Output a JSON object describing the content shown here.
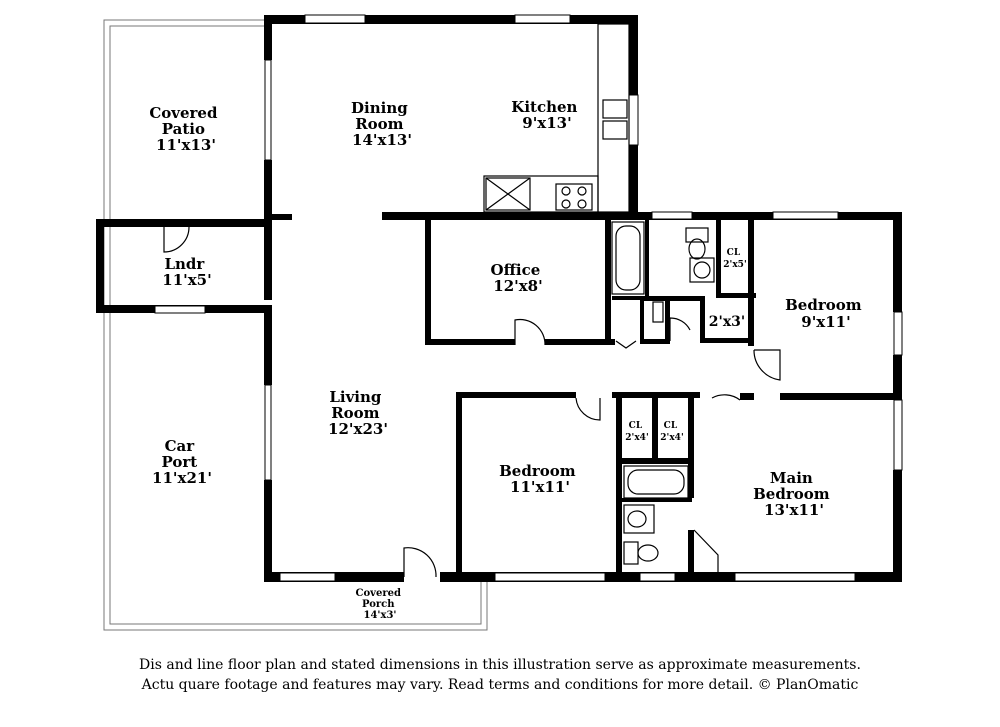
{
  "rooms": {
    "covered_patio": {
      "name_line1": "Covered",
      "name_line2": "Patio",
      "size": "11'x13'"
    },
    "dining_room": {
      "name_line1": "Dining",
      "name_line2": "Room",
      "size": "14'x13'"
    },
    "kitchen": {
      "name": "Kitchen",
      "size": "9'x13'"
    },
    "laundry": {
      "name": "Lndr",
      "size": "11'x5'"
    },
    "office": {
      "name": "Office",
      "size": "12'x8'"
    },
    "closet_top": {
      "name": "CL",
      "size": "2'x5'"
    },
    "small_closet": {
      "size": "2'x3'"
    },
    "bedroom_right": {
      "name": "Bedroom",
      "size": "9'x11'"
    },
    "living_room": {
      "name_line1": "Living",
      "name_line2": "Room",
      "size": "12'x23'"
    },
    "car_port": {
      "name_line1": "Car",
      "name_line2": "Port",
      "size": "11'x21'"
    },
    "closet_a": {
      "name": "CL",
      "size": "2'x4'"
    },
    "closet_b": {
      "name": "CL",
      "size": "2'x4'"
    },
    "bedroom_center": {
      "name": "Bedroom",
      "size": "11'x11'"
    },
    "main_bedroom": {
      "name_line1": "Main",
      "name_line2": "Bedroom",
      "size": "13'x11'"
    },
    "covered_porch": {
      "name_line1": "Covered",
      "name_line2": "Porch",
      "size": "14'x3'"
    }
  },
  "disclaimer": {
    "line1": "Dis    and   line floor plan and stated dimensions in this illustration serve as approximate measurements.",
    "line2": "Actu   quare footage and features may vary. Read terms and conditions for more detail. © PlanOmatic"
  }
}
